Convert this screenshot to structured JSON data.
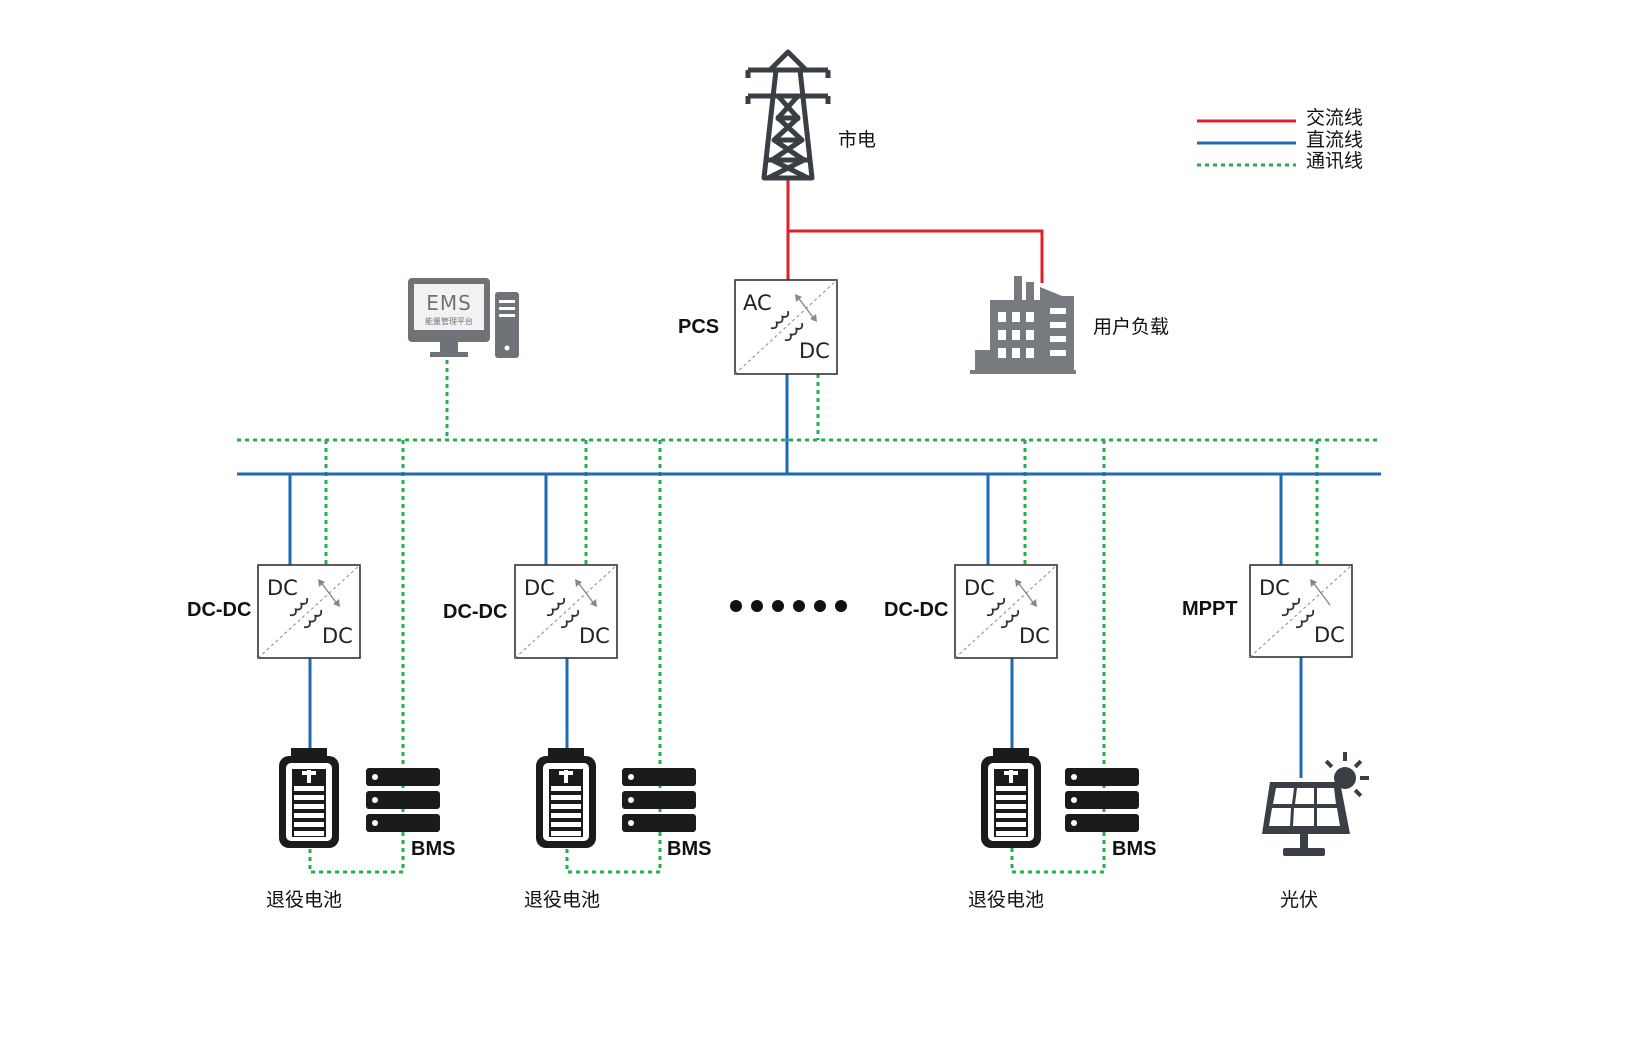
{
  "legend": {
    "ac_line": "交流线",
    "dc_line": "直流线",
    "comm_line": "通讯线"
  },
  "grid": {
    "label": "市电"
  },
  "pcs": {
    "label": "PCS",
    "top": "AC",
    "bottom": "DC"
  },
  "load": {
    "label": "用户负载"
  },
  "ems": {
    "title": "EMS",
    "subtitle": "能量管理平台"
  },
  "branches": [
    {
      "conv_label": "DC-DC",
      "top": "DC",
      "bottom": "DC",
      "bms": "BMS",
      "battery_label": "退役电池"
    },
    {
      "conv_label": "DC-DC",
      "top": "DC",
      "bottom": "DC",
      "bms": "BMS",
      "battery_label": "退役电池"
    },
    {
      "conv_label": "DC-DC",
      "top": "DC",
      "bottom": "DC",
      "bms": "BMS",
      "battery_label": "退役电池"
    }
  ],
  "mppt": {
    "label": "MPPT",
    "top": "DC",
    "bottom": "DC",
    "pv_label": "光伏"
  },
  "colors": {
    "ac": "#e0202a",
    "dc": "#1e6ab4",
    "comm": "#23b04b",
    "icon": "#3a3f45"
  }
}
